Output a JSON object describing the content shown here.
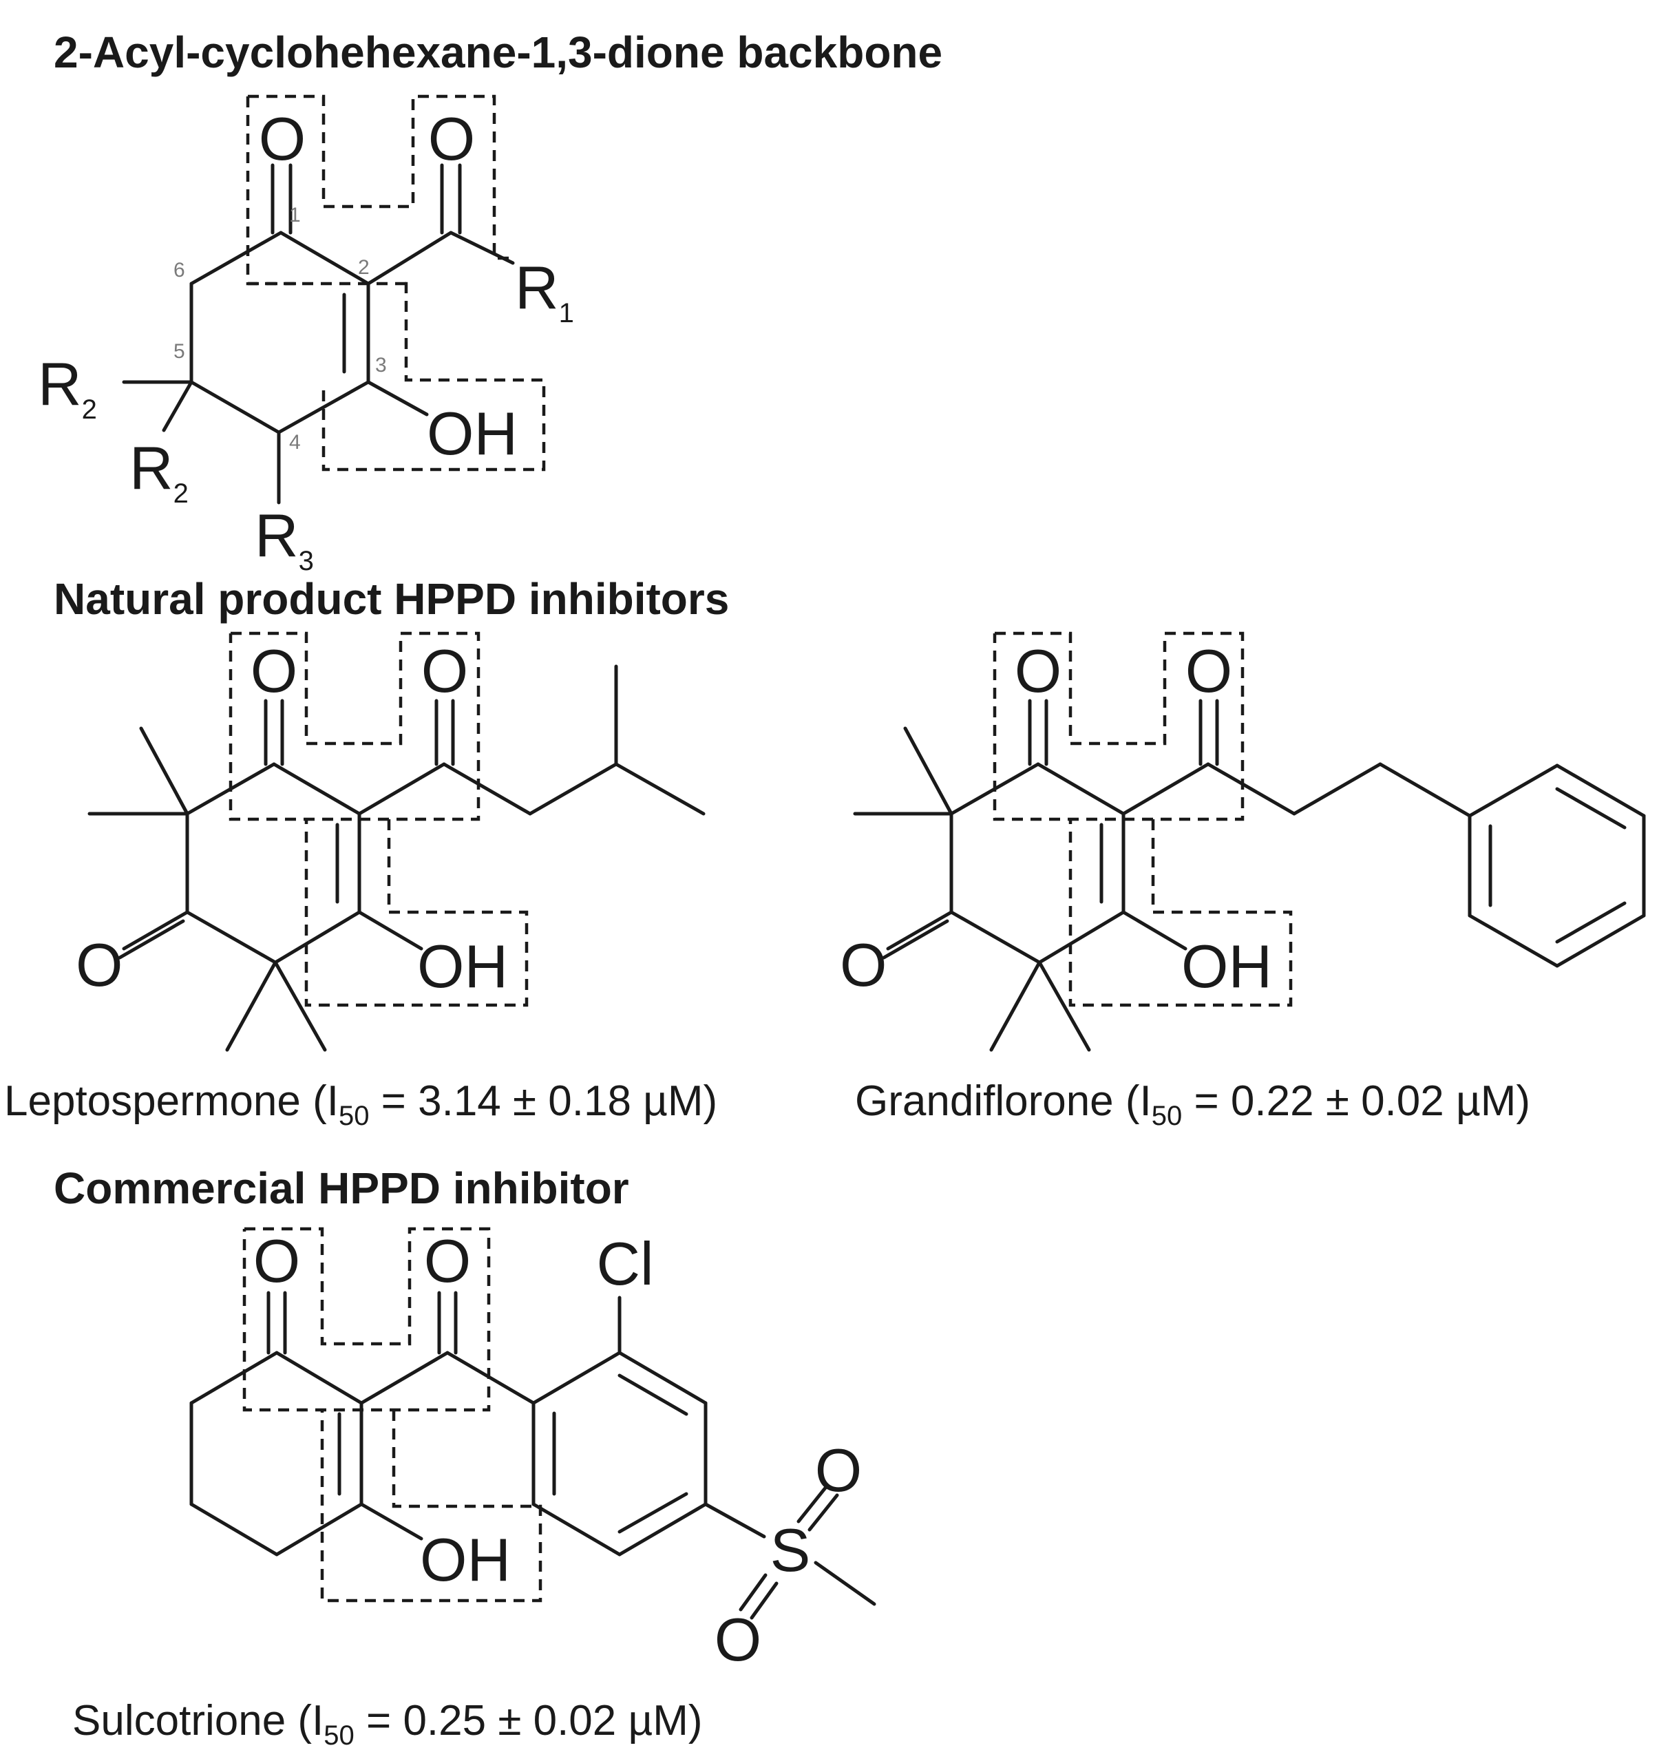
{
  "sections": {
    "backbone_title": "2-Acyl-cyclohehexane-1,3-dione backbone",
    "natural_title": "Natural product HPPD inhibitors",
    "commercial_title": "Commercial HPPD inhibitor"
  },
  "backbone": {
    "atoms": {
      "o1": "O",
      "o2": "O",
      "oh": "OH",
      "r1": "R",
      "r1_sub": "1",
      "r2a": "R",
      "r2a_sub": "2",
      "r2b": "R",
      "r2b_sub": "2",
      "r3": "R",
      "r3_sub": "3"
    },
    "ring_numbers": [
      "1",
      "2",
      "3",
      "4",
      "5",
      "6"
    ]
  },
  "compounds": [
    {
      "name": "Leptospermone",
      "caption_prefix": "Leptospermone (I",
      "caption_sub": "50",
      "caption_suffix": " = 3.14 ± 0.18 µM)",
      "atoms": {
        "o1": "O",
        "o2": "O",
        "o3": "O",
        "oh": "OH"
      }
    },
    {
      "name": "Grandiflorone",
      "caption_prefix": "Grandiflorone (I",
      "caption_sub": "50",
      "caption_suffix": " = 0.22 ± 0.02 µM)",
      "atoms": {
        "o1": "O",
        "o2": "O",
        "o3": "O",
        "oh": "OH"
      }
    },
    {
      "name": "Sulcotrione",
      "caption_prefix": "Sulcotrione (I",
      "caption_sub": "50",
      "caption_suffix": " = 0.25 ± 0.02 µM)",
      "atoms": {
        "o1": "O",
        "o2": "O",
        "oh": "OH",
        "cl": "Cl",
        "s": "S",
        "so1": "O",
        "so2": "O"
      }
    }
  ]
}
